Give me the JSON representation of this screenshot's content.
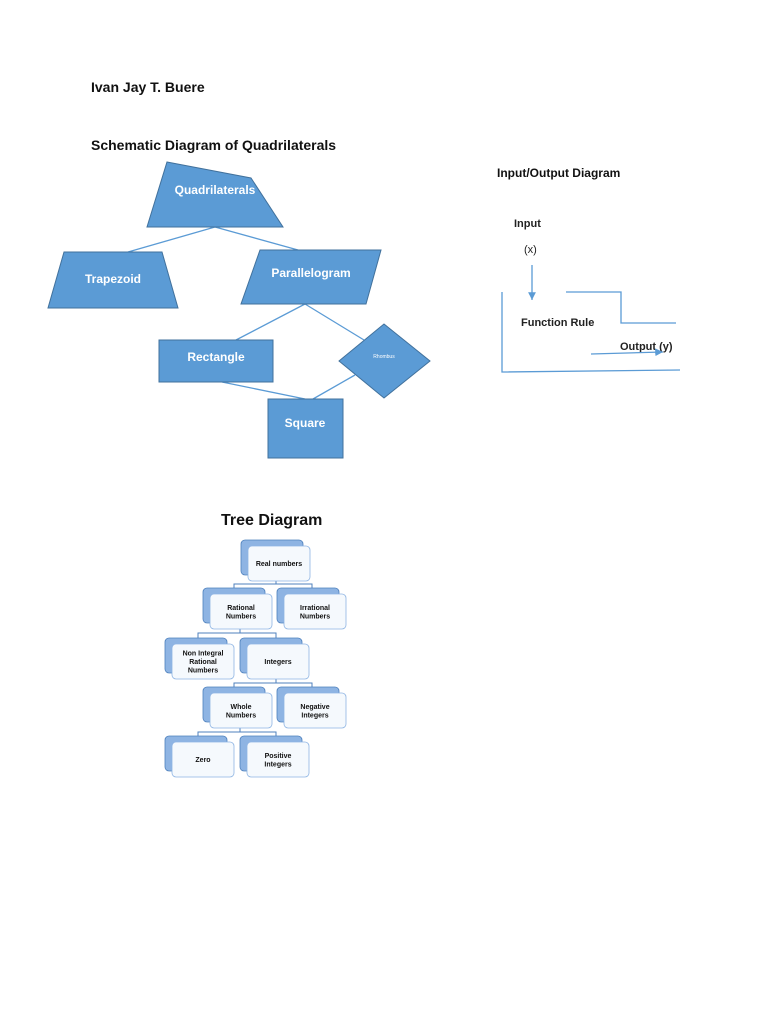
{
  "author": "Ivan Jay T. Buere",
  "schematic": {
    "title": "Schematic Diagram of Quadrilaterals",
    "nodes": {
      "quadrilaterals": "Quadrilaterals",
      "trapezoid": "Trapezoid",
      "parallelogram": "Parallelogram",
      "rectangle": "Rectangle",
      "rhombus": "Rhombus",
      "square": "Square"
    },
    "colors": {
      "fill": "#5b9bd5",
      "stroke": "#41719c",
      "label": "#ffffff"
    }
  },
  "io_diagram": {
    "title": "Input/Output Diagram",
    "input_label": "Input",
    "input_var": "(x)",
    "function_label": "Function Rule",
    "output_label": "Output (y)"
  },
  "tree": {
    "title": "Tree Diagram",
    "nodes": {
      "real": [
        "Real numbers"
      ],
      "rational": [
        "Rational",
        "Numbers"
      ],
      "irrational": [
        "Irrational",
        "Numbers"
      ],
      "non_integral": [
        "Non Integral",
        "Rational",
        "Numbers"
      ],
      "integers": [
        "Integers"
      ],
      "whole": [
        "Whole",
        "Numbers"
      ],
      "negative": [
        "Negative",
        "Integers"
      ],
      "zero": [
        "Zero"
      ],
      "positive": [
        "Positive",
        "Integers"
      ]
    }
  }
}
